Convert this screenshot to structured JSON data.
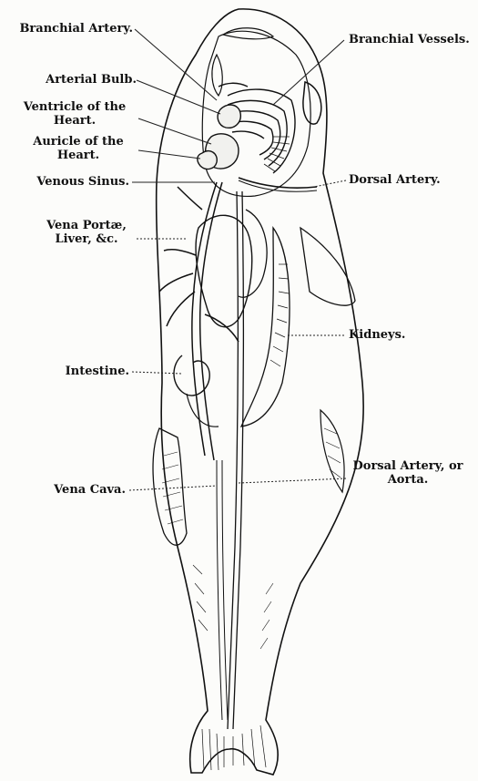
{
  "labels": {
    "branchial_artery": "Branchial Artery.",
    "arterial_bulb": "Arterial Bulb.",
    "ventricle_line1": "Ventricle of the",
    "ventricle_line2": "Heart.",
    "auricle_line1": "Auricle of the",
    "auricle_line2": "Heart.",
    "venous_sinus": "Venous Sinus.",
    "vena_portae_line1": "Vena Portæ,",
    "vena_portae_line2": "Liver, &c.",
    "intestine": "Intestine.",
    "vena_cava": "Vena Cava.",
    "branchial_vessels": "Branchial Vessels.",
    "dorsal_artery": "Dorsal Artery.",
    "kidneys": "Kidneys.",
    "aorta_line1": "Dorsal Artery, or",
    "aorta_line2": "Aorta."
  },
  "colors": {
    "ink": "#111111",
    "paper": "#fcfcfa"
  }
}
